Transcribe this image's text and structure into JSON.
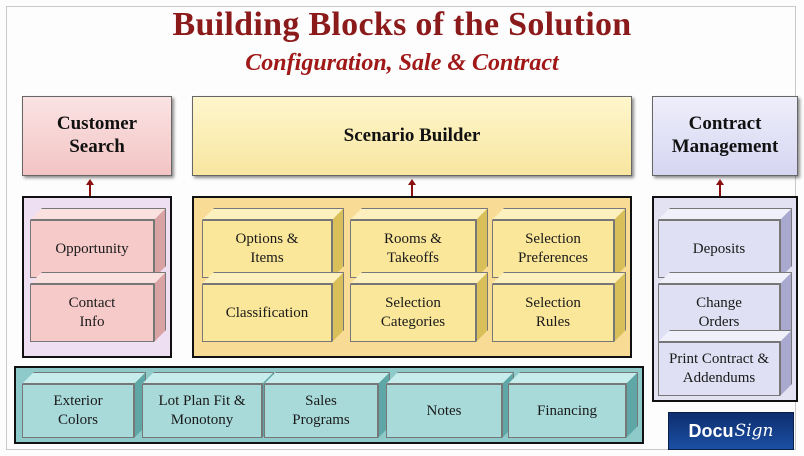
{
  "title": "Building Blocks of the Solution",
  "subtitle": "Configuration, Sale & Contract",
  "columns": {
    "customer_search": {
      "label": "Customer Search",
      "color": "#f7d2d2",
      "blocks": [
        "Opportunity",
        "Contact Info"
      ]
    },
    "scenario_builder": {
      "label": "Scenario Builder",
      "color": "#fbeeb0",
      "blocks": [
        "Options & Items",
        "Rooms & Takeoffs",
        "Selection Preferences",
        "Classification",
        "Selection Categories",
        "Selection Rules"
      ]
    },
    "contract_management": {
      "label": "Contract Management",
      "color": "#dcdcf5",
      "blocks": [
        "Deposits",
        "Change Orders",
        "Print Contract & Addendums"
      ]
    }
  },
  "bottom_blocks": [
    "Exterior Colors",
    "Lot Plan Fit & Monotony",
    "Sales Programs",
    "Notes",
    "Financing"
  ],
  "logo": {
    "part1": "Docu",
    "part2": "Sign"
  },
  "colors": {
    "title": "#8b1a1a",
    "arrow": "#8b1010",
    "pink_face": "#f7caca",
    "yellow_face": "#fbe79a",
    "lavender_face": "#e0e0f4",
    "teal_face": "#a8dada",
    "bottom_panel": "#8fcaca"
  }
}
